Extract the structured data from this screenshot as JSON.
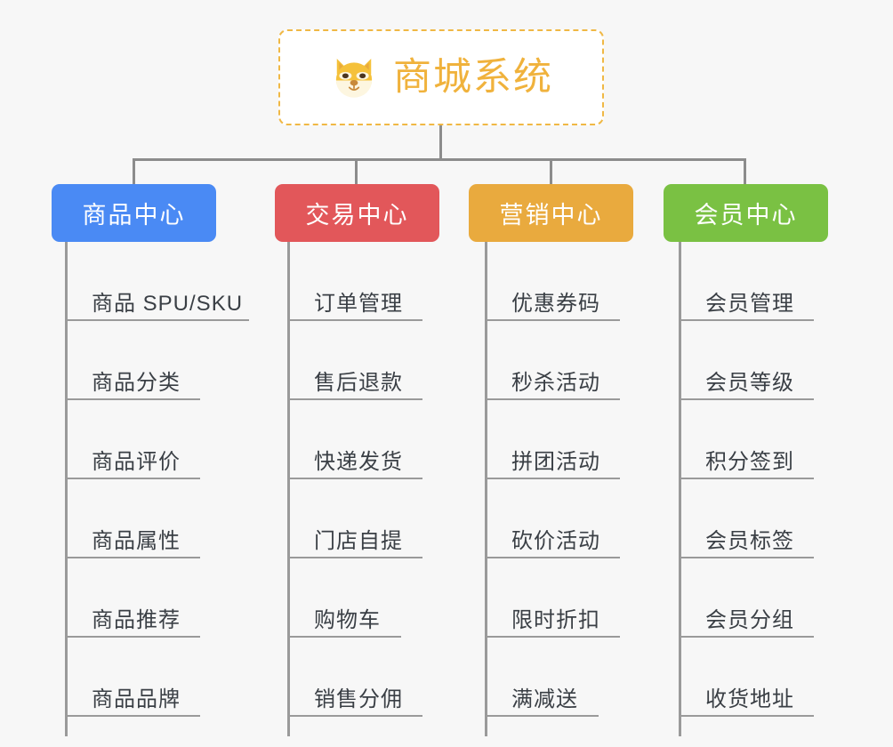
{
  "page": {
    "background_color": "#f7f7f7",
    "line_color": "#8c8c8c",
    "leaf_text_color": "#3a3f45"
  },
  "root": {
    "title": "商城系统",
    "icon": "shiba-dog-face-icon",
    "text_color": "#f0b23c",
    "border_color": "#f0b845",
    "background_color": "#ffffff"
  },
  "columns": [
    {
      "header": "商品中心",
      "color": "#4a8af4",
      "items": [
        "商品 SPU/SKU",
        "商品分类",
        "商品评价",
        "商品属性",
        "商品推荐",
        "商品品牌"
      ]
    },
    {
      "header": "交易中心",
      "color": "#e2575a",
      "items": [
        "订单管理",
        "售后退款",
        "快递发货",
        "门店自提",
        "购物车",
        "销售分佣"
      ]
    },
    {
      "header": "营销中心",
      "color": "#e9aa3e",
      "items": [
        "优惠券码",
        "秒杀活动",
        "拼团活动",
        "砍价活动",
        "限时折扣",
        "满减送"
      ]
    },
    {
      "header": "会员中心",
      "color": "#7ac143",
      "items": [
        "会员管理",
        "会员等级",
        "积分签到",
        "会员标签",
        "会员分组",
        "收货地址"
      ]
    }
  ]
}
